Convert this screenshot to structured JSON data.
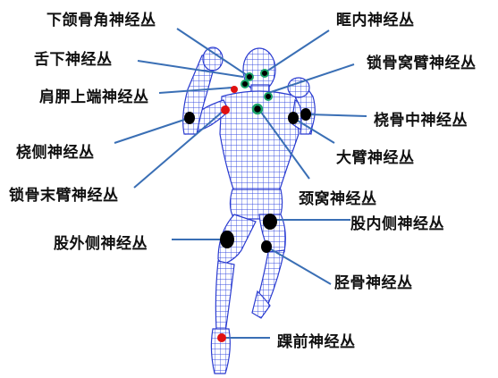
{
  "labels": {
    "mandibular_angle": "下颌骨角神经丛",
    "orbital_inner": "眶内神经丛",
    "sublingual": "舌下神经丛",
    "clavicular_fossa_arm": "锁骨窝臂神经丛",
    "acromion_end": "肩胛上端神经丛",
    "radial_middle": "桡骨中神经丛",
    "radial_side": "桡侧神经丛",
    "upper_arm": "大臂神经丛",
    "clavicle_end_arm": "锁骨末臂神经丛",
    "jugular_fossa": "颈窝神经丛",
    "inner_thigh": "股内侧神经丛",
    "outer_thigh": "股外侧神经丛",
    "tibia": "胫骨神经丛",
    "ankle_front": "踝前神经丛"
  },
  "colors": {
    "line": "#3a6fb5",
    "mesh": "#3b4fe0",
    "point_black": "#000000",
    "point_red": "#e01010",
    "point_green": "#1aa36a"
  }
}
